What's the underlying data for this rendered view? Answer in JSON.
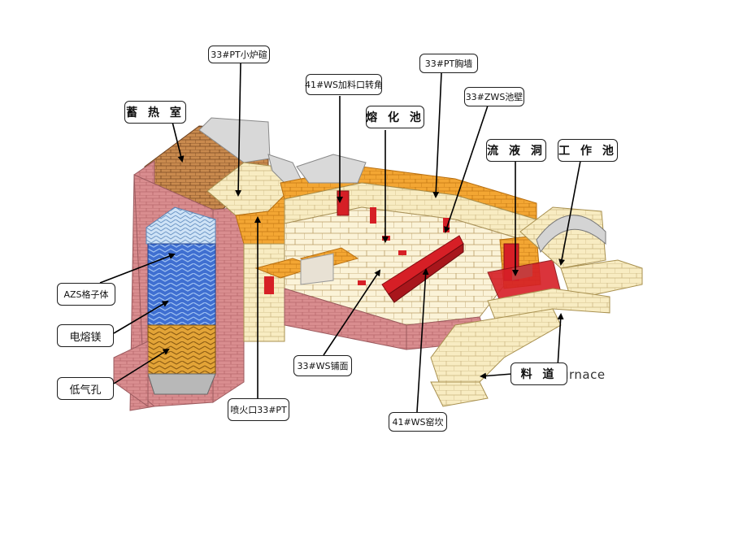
{
  "labels": {
    "regenerator": "蓄 热 室",
    "port_arch": "33#PT小炉碹",
    "charging_corner": "41#WS加料口转角",
    "breast_wall": "33#PT胸墙",
    "melting_tank": "熔 化 池",
    "tank_wall": "33#ZWS池壁",
    "throat": "流 液 洞",
    "working_end": "工 作 池",
    "azs_checker": "AZS格子体",
    "fused_magnesia": "电熔镁",
    "low_porosity": "低气孔",
    "burner_port": "喷火口33#PT",
    "paving": "33#WS铺面",
    "furnace_bank": "41#WS窑坎",
    "forehearth": "料 道"
  },
  "brand_text": "urnace",
  "colors": {
    "brick_red": "#c9747a",
    "silica_orange": "#f2a12c",
    "azs_yellow": "#f7e8b5",
    "fused_red": "#d61f26",
    "checker_blue": "#3f6fd1",
    "checker_gold": "#e3a437",
    "crown_grey": "#c9c9c9"
  }
}
